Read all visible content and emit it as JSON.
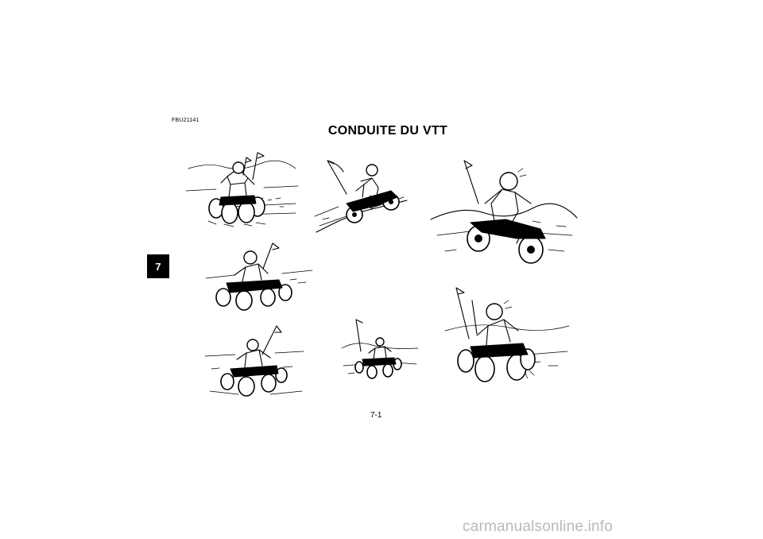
{
  "chapter": {
    "tab_label": "7"
  },
  "doc_code": "FBU21141",
  "title": "CONDUITE DU VTT",
  "page_number": "7-1",
  "watermark": "carmanualsonline.info",
  "illustrations": [
    {
      "name": "atv-riding-away-illustration"
    },
    {
      "name": "atv-climbing-hill-illustration"
    },
    {
      "name": "atv-descending-slope-illustration"
    },
    {
      "name": "atv-turning-illustration"
    },
    {
      "name": "atv-rider-front-view-illustration"
    },
    {
      "name": "atv-distant-rider-illustration"
    },
    {
      "name": "atv-rider-on-slope-illustration"
    }
  ]
}
